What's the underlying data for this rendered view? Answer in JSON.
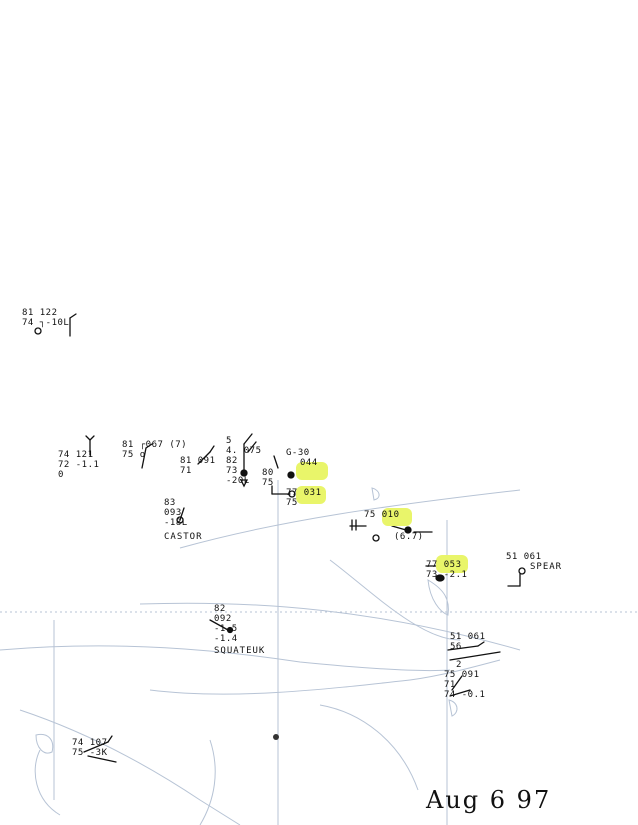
{
  "date_text": "Aug 6 97",
  "station_plots": [
    {
      "id": "ne-corner",
      "lines": [
        "81  122",
        "74   ┐-10L"
      ]
    },
    {
      "id": "far-west",
      "lines": [
        "74   121",
        "72  -1.1",
        "  0"
      ]
    },
    {
      "id": "west-2",
      "lines": [
        "81 ┌067 (7)",
        "75  o"
      ]
    },
    {
      "id": "west-3",
      "lines": [
        "81 091",
        "71"
      ]
    },
    {
      "id": "central-a",
      "lines": [
        "5",
        "4. 075",
        "82",
        "73",
        "-20L"
      ]
    },
    {
      "id": "g30",
      "lines": [
        "G-30",
        "044",
        "80",
        "75",
        "77 031",
        "75"
      ]
    },
    {
      "id": "castor",
      "lines": [
        "83",
        "  093",
        "  -18L"
      ],
      "place": "CASTOR"
    },
    {
      "id": "east-1",
      "lines": [
        "75  010",
        "(6.7)"
      ]
    },
    {
      "id": "east-2",
      "lines": [
        "77 053",
        "73  -2.1"
      ]
    },
    {
      "id": "spear",
      "lines": [
        "51  061"
      ],
      "place": "SPEAR"
    },
    {
      "id": "squatteck",
      "lines": [
        "82",
        "  092",
        "  -1.5",
        "  -1.4"
      ],
      "place": "SQUATEUK"
    },
    {
      "id": "se-1",
      "lines": [
        "51 061",
        "56"
      ]
    },
    {
      "id": "se-2",
      "lines": [
        "2",
        "75 091",
        "71",
        "74 -0.1"
      ]
    },
    {
      "id": "sw",
      "lines": [
        "74 107",
        "75  -3K"
      ]
    }
  ],
  "highlights": [
    "044",
    "031",
    "010",
    "053"
  ],
  "colors": {
    "ink": "#111111",
    "base_lines": "#9fb0c7",
    "highlight": "#e9f56a"
  }
}
